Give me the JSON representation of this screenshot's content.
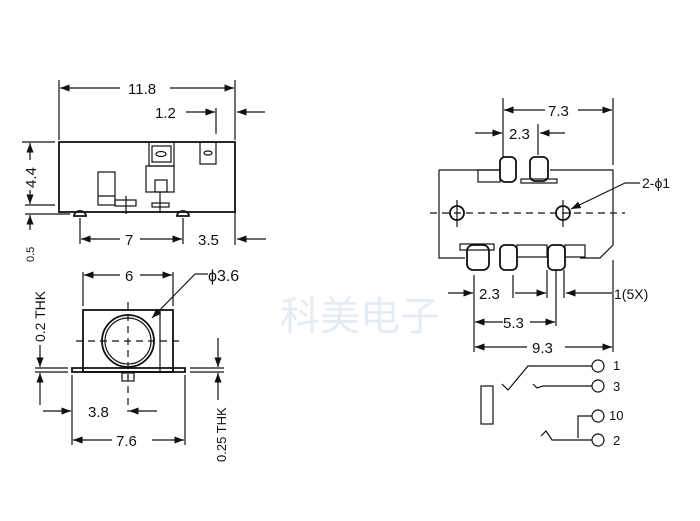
{
  "watermark": "科美电子",
  "top_view": {
    "width": "11.8",
    "pin_offset": "1.2",
    "height": "4.4",
    "pin_pitch": "7",
    "edge": "3.5",
    "sup": "0.5",
    "thk": "0.2 THK"
  },
  "front_view": {
    "width": "6",
    "diameter": "ϕ3.6",
    "center": "3.8",
    "total": "7.6",
    "thk": "0.25 THK"
  },
  "bottom_view": {
    "width": "7.3",
    "top_pitch": "2.3",
    "holes": "2-ϕ1",
    "bottom_pitch": "2.3",
    "pin_width": "1(5X)",
    "span": "5.3",
    "total": "9.3"
  },
  "schematic": {
    "pins": [
      "1",
      "3",
      "10",
      "2"
    ]
  }
}
